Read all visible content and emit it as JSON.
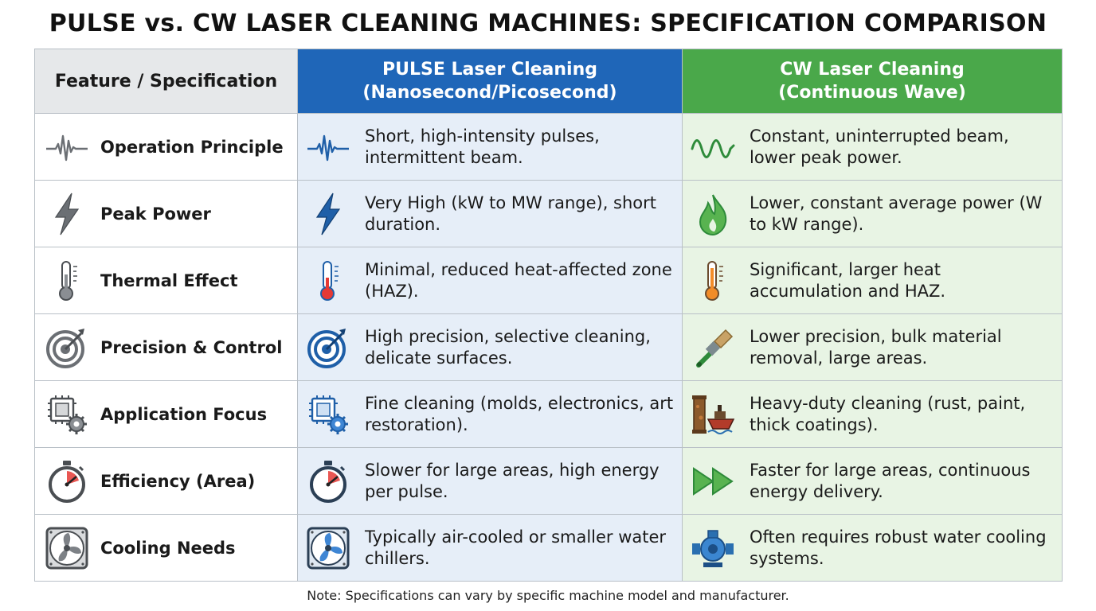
{
  "title": "PULSE vs. CW LASER CLEANING MACHINES: SPECIFICATION COMPARISON",
  "headers": {
    "feature": "Feature / Specification",
    "pulse_line1": "PULSE Laser Cleaning",
    "pulse_line2": "(Nanosecond/Picosecond)",
    "cw_line1": "CW Laser Cleaning",
    "cw_line2": "(Continuous Wave)"
  },
  "colors": {
    "pulse_header": "#1f66b8",
    "cw_header": "#4aa84a",
    "feature_header": "#e6e8ea",
    "pulse_cell": "#e6eef8",
    "cw_cell": "#e8f4e4"
  },
  "rows": [
    {
      "feature": "Operation Principle",
      "feature_icon": "pulse-wave-icon",
      "pulse": "Short, high-intensity pulses, intermittent beam.",
      "pulse_icon": "pulse-wave-icon",
      "cw": "Constant, uninterrupted beam, lower peak power.",
      "cw_icon": "sine-wave-icon"
    },
    {
      "feature": "Peak Power",
      "feature_icon": "lightning-bolt-icon",
      "pulse": "Very High (kW to MW range), short duration.",
      "pulse_icon": "lightning-bolt-icon",
      "cw": "Lower, constant average power (W to kW range).",
      "cw_icon": "flame-icon"
    },
    {
      "feature": "Thermal Effect",
      "feature_icon": "thermometer-icon",
      "pulse": "Minimal, reduced heat-affected zone (HAZ).",
      "pulse_icon": "thermometer-red-icon",
      "cw": "Significant, larger heat accumulation and HAZ.",
      "cw_icon": "thermometer-orange-icon"
    },
    {
      "feature": "Precision & Control",
      "feature_icon": "target-icon",
      "pulse": "High precision, selective cleaning, delicate surfaces.",
      "pulse_icon": "target-icon",
      "cw": "Lower precision, bulk material removal, large areas.",
      "cw_icon": "paintbrush-icon"
    },
    {
      "feature": "Application Focus",
      "feature_icon": "chip-gear-icon",
      "pulse": "Fine cleaning (molds, electronics, art restoration).",
      "pulse_icon": "chip-gear-icon",
      "cw": "Heavy-duty cleaning (rust, paint, thick coatings).",
      "cw_icon": "rusty-pipe-ship-icon"
    },
    {
      "feature": "Efficiency (Area)",
      "feature_icon": "stopwatch-icon",
      "pulse": "Slower for large areas, high energy per pulse.",
      "pulse_icon": "stopwatch-icon",
      "cw": "Faster for large areas, continuous energy delivery.",
      "cw_icon": "fast-forward-icon"
    },
    {
      "feature": "Cooling Needs",
      "feature_icon": "fan-icon",
      "pulse": "Typically air-cooled or smaller water chillers.",
      "pulse_icon": "fan-icon",
      "cw": "Often requires robust water cooling systems.",
      "cw_icon": "water-pump-icon"
    }
  ],
  "note": "Note: Specifications can vary by specific machine model and manufacturer."
}
